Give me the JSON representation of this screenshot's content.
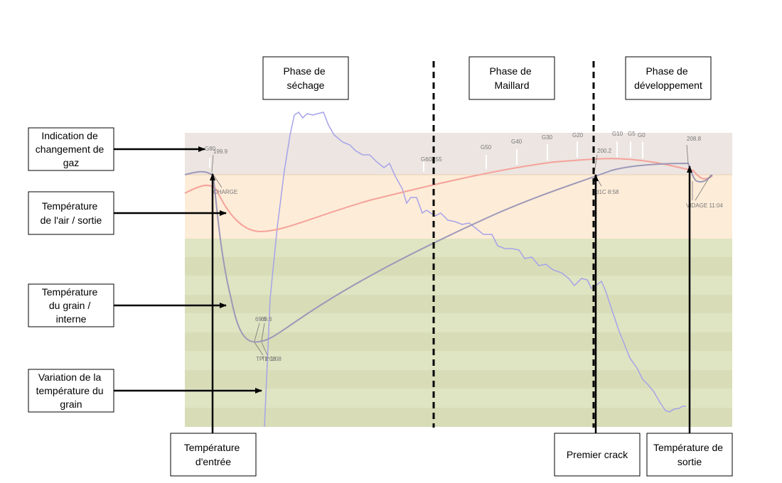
{
  "phases": [
    {
      "id": "sechage",
      "lines": [
        "Phase de",
        "séchage"
      ]
    },
    {
      "id": "maillard",
      "lines": [
        "Phase de",
        "Maillard"
      ]
    },
    {
      "id": "developpement",
      "lines": [
        "Phase de",
        "développement"
      ]
    }
  ],
  "left_labels": [
    {
      "id": "gaz",
      "lines": [
        "Indication de",
        "changement de",
        "gaz"
      ]
    },
    {
      "id": "air",
      "lines": [
        "Température",
        "de l'air / sortie"
      ]
    },
    {
      "id": "grain",
      "lines": [
        "Température",
        "du grain /",
        "interne"
      ]
    },
    {
      "id": "variation",
      "lines": [
        "Variation de la",
        "température du",
        "grain"
      ]
    }
  ],
  "bottom_labels": [
    {
      "id": "entree",
      "lines": [
        "Température",
        "d'entrée"
      ]
    },
    {
      "id": "crack",
      "lines": [
        "Premier crack"
      ]
    },
    {
      "id": "sortie",
      "lines": [
        "Température de",
        "sortie"
      ]
    }
  ],
  "chart_labels": {
    "g80": "G80",
    "charge_temp": "199.9",
    "charge": "CHARGE",
    "tp_temp": "69.6",
    "tp_dup": "69.6",
    "tp": "TP 1:08",
    "tp_dup2": "TP 1:08",
    "g60": "G60",
    "g60_temp": "7:55",
    "g50": "G50",
    "g40": "G40",
    "g30": "G30",
    "g20": "G20",
    "g10": "G10",
    "g5": "G5",
    "g0": "G0",
    "fc_temp": "200.2",
    "fc": "d1C 8:58",
    "drop_temp": "208.8",
    "drop": "VIDAGE 11:04"
  },
  "colors": {
    "zone_top": "#ece5e1",
    "zone_mid": "#fdecd8",
    "zone_low": "#dfe4c2",
    "bean_curve": "#9d98b8",
    "air_curve": "#f5a29a",
    "ror_curve": "#a6a3e8"
  }
}
